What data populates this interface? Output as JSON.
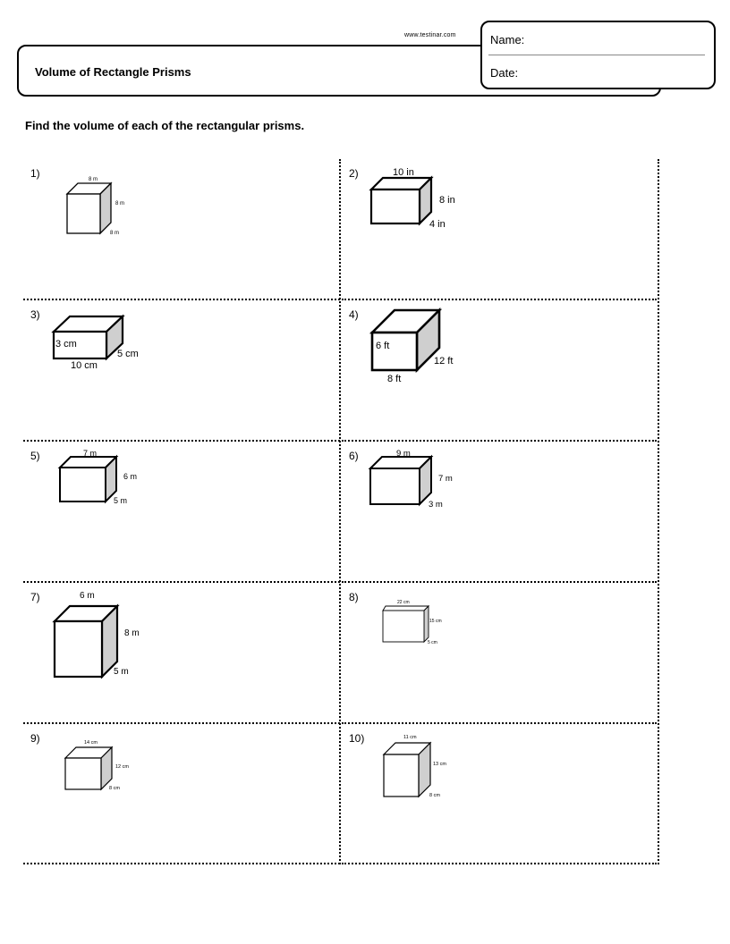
{
  "header": {
    "website": "www.testinar.com",
    "title": "Volume of Rectangle Prisms",
    "name_label": "Name:",
    "date_label": "Date:"
  },
  "instructions": "Find the volume of each of the rectangular prisms.",
  "problems": [
    {
      "number": "1)",
      "length": "8 m",
      "height": "8 m",
      "width": "8 m"
    },
    {
      "number": "2)",
      "length": "10 in",
      "height": "8 in",
      "width": "4 in"
    },
    {
      "number": "3)",
      "length": "10 cm",
      "height": "3 cm",
      "width": "5 cm"
    },
    {
      "number": "4)",
      "length": "8 ft",
      "height": "6 ft",
      "width": "12 ft"
    },
    {
      "number": "5)",
      "length": "7 m",
      "height": "6 m",
      "width": "5 m"
    },
    {
      "number": "6)",
      "length": "9 m",
      "height": "7 m",
      "width": "3 m"
    },
    {
      "number": "7)",
      "length": "6 m",
      "height": "8 m",
      "width": "5 m"
    },
    {
      "number": "8)",
      "length": "22 cm",
      "height": "15 cm",
      "width": "5 cm"
    },
    {
      "number": "9)",
      "length": "14 cm",
      "height": "12 cm",
      "width": "8 cm"
    },
    {
      "number": "10)",
      "length": "11 cm",
      "height": "13 cm",
      "width": "8 cm"
    }
  ],
  "colors": {
    "side_face": "#cfcfcf",
    "border": "#000000"
  }
}
